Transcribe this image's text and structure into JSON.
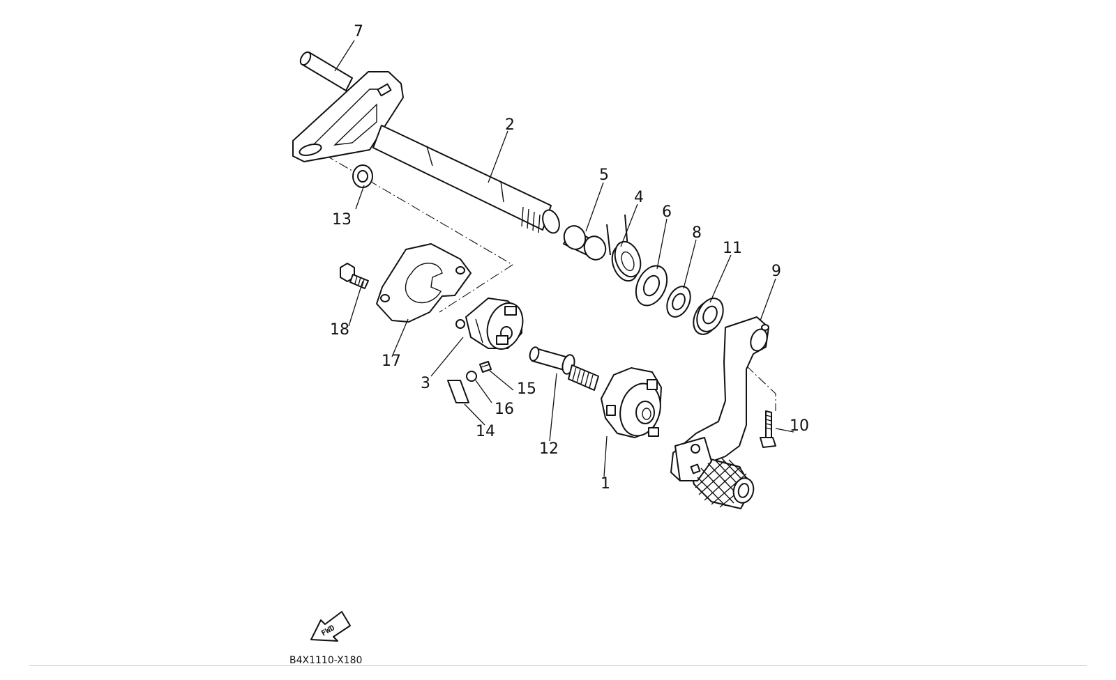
{
  "callouts": [
    {
      "id": "1",
      "text": "1"
    },
    {
      "id": "2",
      "text": "2"
    },
    {
      "id": "3",
      "text": "3"
    },
    {
      "id": "4",
      "text": "4"
    },
    {
      "id": "5",
      "text": "5"
    },
    {
      "id": "6",
      "text": "6"
    },
    {
      "id": "7",
      "text": "7"
    },
    {
      "id": "8",
      "text": "8"
    },
    {
      "id": "9",
      "text": "9"
    },
    {
      "id": "10",
      "text": "10"
    },
    {
      "id": "11",
      "text": "11"
    },
    {
      "id": "12",
      "text": "12"
    },
    {
      "id": "13",
      "text": "13"
    },
    {
      "id": "14",
      "text": "14"
    },
    {
      "id": "15",
      "text": "15"
    },
    {
      "id": "16",
      "text": "16"
    },
    {
      "id": "17",
      "text": "17"
    },
    {
      "id": "18",
      "text": "18"
    }
  ],
  "fwd_label": "FWD",
  "diagram_code": "B4X1110-X180"
}
